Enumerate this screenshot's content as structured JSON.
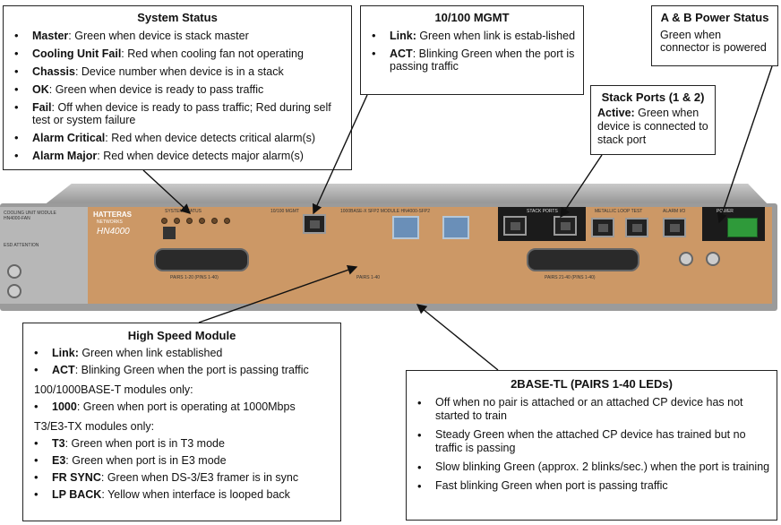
{
  "system_status": {
    "title": "System Status",
    "items": [
      {
        "label": "Master",
        "text": ": Green when device is stack master"
      },
      {
        "label": "Cooling Unit Fail",
        "text": ": Red when cooling fan not operating"
      },
      {
        "label": "Chassis",
        "text": ": Device number when device is in a stack"
      },
      {
        "label": "OK",
        "text": ": Green when device is ready to pass traffic"
      },
      {
        "label": "Fail",
        "text": ": Off when device is ready to pass traffic; Red during self test or system failure"
      },
      {
        "label": "Alarm Critical",
        "text": ": Red when device detects critical alarm(s)"
      },
      {
        "label": "Alarm Major",
        "text": ": Red when device detects major alarm(s)"
      }
    ]
  },
  "mgmt": {
    "title": "10/100 MGMT",
    "items": [
      {
        "label": "Link:",
        "text": " Green when link is estab-lished"
      },
      {
        "label": "ACT",
        "text": ": Blinking Green when the port is passing traffic"
      }
    ]
  },
  "power": {
    "title": "A & B Power Status",
    "text": "Green when connector is powered"
  },
  "stack": {
    "title": "Stack Ports (1 & 2)",
    "label": "Active:",
    "text": " Green when device is connected to stack port"
  },
  "hsm": {
    "title": "High Speed Module",
    "items_a": [
      {
        "label": "Link:",
        "text": " Green when link established"
      },
      {
        "label": "ACT",
        "text": ": Blinking Green when the port is passing traffic"
      }
    ],
    "sub1": "100/1000BASE-T modules only:",
    "items_b": [
      {
        "label": "1000",
        "text": ": Green when port is operating at 1000Mbps"
      }
    ],
    "sub2": "T3/E3-TX modules only:",
    "items_c": [
      {
        "label": "T3",
        "text": ": Green when port is in T3 mode"
      },
      {
        "label": "E3",
        "text": ": Green when port is in E3 mode"
      },
      {
        "label": "FR SYNC",
        "text": ": Green when DS-3/E3 framer is in sync"
      },
      {
        "label": "LP BACK",
        "text": ": Yellow when interface is looped back"
      }
    ]
  },
  "base_tl": {
    "title": "2BASE-TL (PAIRS 1-40 LEDs)",
    "items": [
      "Off when no pair is attached or an attached CP device has not started to train",
      "Steady Green when the attached CP device has trained but no traffic is passing",
      "Slow blinking Green (approx. 2 blinks/sec.) when the port is training",
      "Fast blinking Green when port is passing traffic"
    ]
  },
  "device": {
    "brand": "HATTERAS",
    "brand_sub": "NETWORKS",
    "model": "HN4000",
    "left_panel_label": "COOLING UNIT MODULE HN4000-FAN",
    "left_panel_note": "ESD ATTENTION",
    "system_status_label": "SYSTEM STATUS",
    "mgmt_label": "10/100 MGMT",
    "module_label": "1000BASE-X SFP2 MODULE HN4000-SFP2",
    "stack_label": "STACK PORTS",
    "metallic_label": "METALLIC LOOP TEST",
    "alarm_label": "ALARM I/O",
    "power_label": "POWER",
    "pairs_label_1": "PAIRS 1-20 (PINS 1-40)",
    "pairs_label_2": "PAIRS 21-40 (PINS 1-40)",
    "pairs_status_label": "PAIRS 1-40"
  }
}
